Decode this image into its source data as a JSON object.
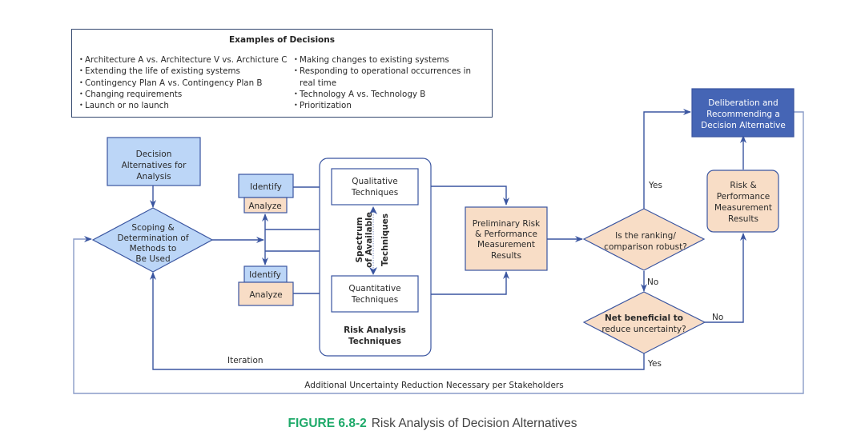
{
  "examples": {
    "title": "Examples of Decisions",
    "left": [
      "Architecture A vs. Architecture V vs. Archicture C",
      "Extending the life of existing systems",
      "Contingency Plan A vs. Contingency Plan B",
      "Changing requirements",
      "Launch or no launch"
    ],
    "right": [
      "Making changes to existing systems",
      "Responding to operational occurrences in real time",
      "Technology A vs. Technology B",
      "Prioritization"
    ]
  },
  "nodes": {
    "decision_alternatives": [
      "Decision",
      "Alternatives for",
      "Analysis"
    ],
    "scoping": [
      "Scoping &",
      "Determination of",
      "Methods to",
      "Be Used"
    ],
    "identify_top": "Identify",
    "analyze_top": "Analyze",
    "identify_bottom": "Identify",
    "analyze_bottom": "Analyze",
    "qualitative": [
      "Qualitative",
      "Techniques"
    ],
    "quantitative": [
      "Quantitative",
      "Techniques"
    ],
    "spectrum": [
      "Spectrum",
      "of Available",
      "Techniques"
    ],
    "risk_analysis_label": [
      "Risk Analysis",
      "Techniques"
    ],
    "preliminary": [
      "Preliminary Risk",
      "& Performance",
      "Measurement",
      "Results"
    ],
    "robust_question": [
      "Is the ranking/",
      "comparison robust?"
    ],
    "net_beneficial": [
      "Net beneficial to",
      "reduce uncertainty?"
    ],
    "risk_perf": [
      "Risk &",
      "Performance",
      "Measurement",
      "Results"
    ],
    "deliberation": [
      "Deliberation and",
      "Recommending a",
      "Decision Alternative"
    ]
  },
  "edge_labels": {
    "yes_top": "Yes",
    "no_robust": "No",
    "no_net": "No",
    "yes_net": "Yes",
    "iteration": "Iteration",
    "additional": "Additional Uncertainty Reduction Necessary per Stakeholders"
  },
  "caption": {
    "number": "FIGURE 6.8-2",
    "text": "Risk Analysis of Decision Alternatives"
  },
  "colors": {
    "line": "#3a55a0",
    "light_blue": "#bcd6f7",
    "peach": "#f8ddc6",
    "dark_blue": "#4565b5",
    "caption_green": "#1faa6a"
  }
}
